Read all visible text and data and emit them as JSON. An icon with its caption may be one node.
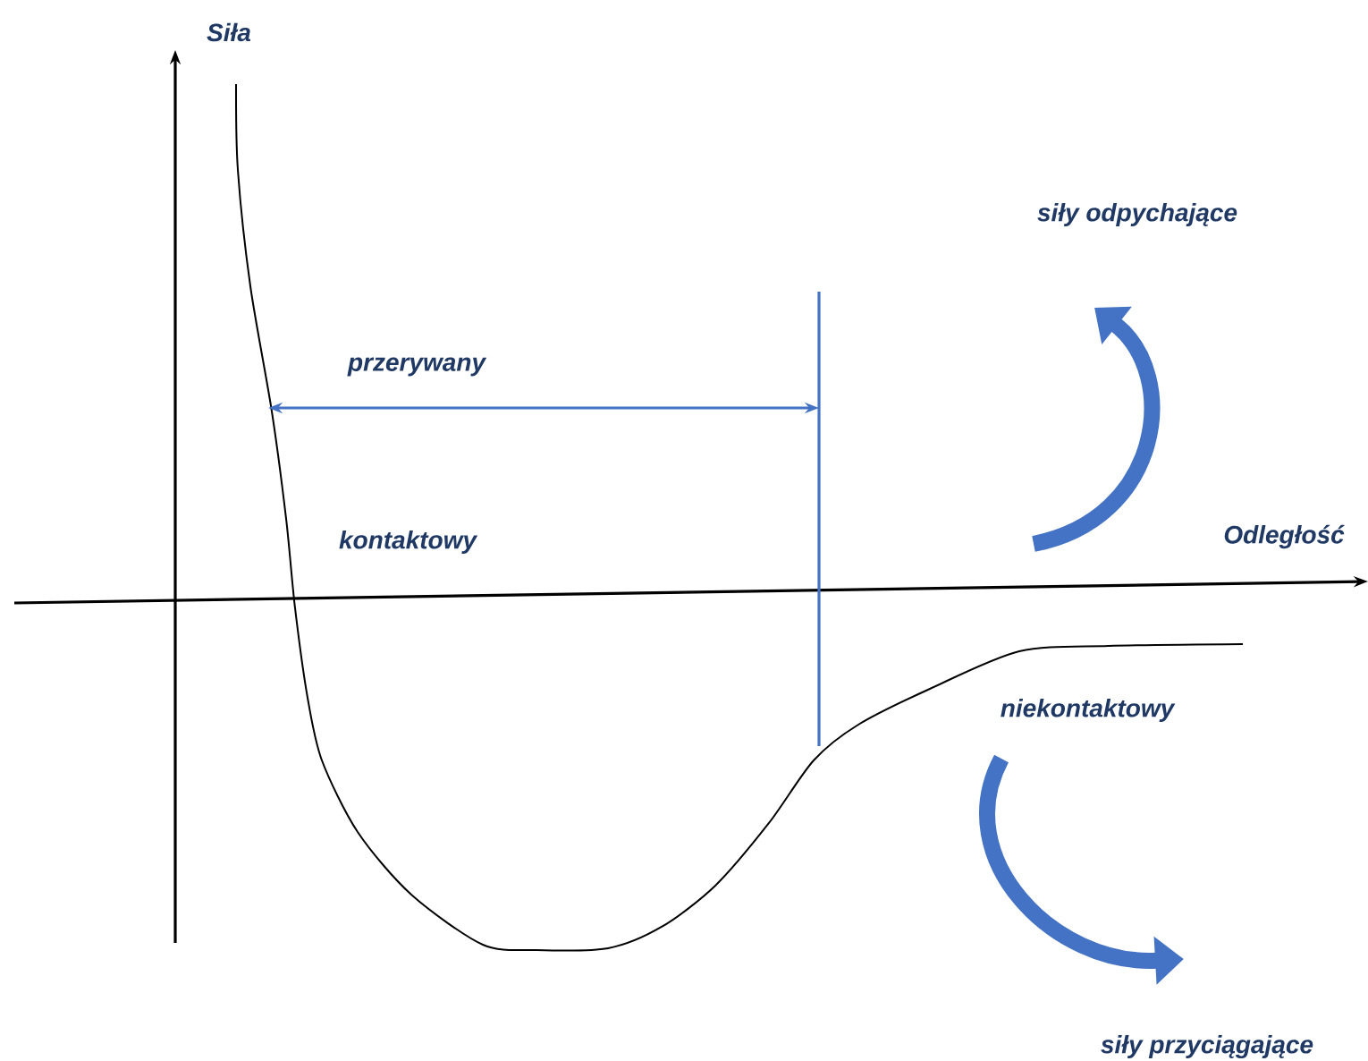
{
  "diagram": {
    "labels": [
      "Siła",
      "przerywany",
      "kontaktowy",
      "siły odpychające",
      "Odległość",
      "niekontaktowy",
      "siły przyciągające"
    ]
  }
}
